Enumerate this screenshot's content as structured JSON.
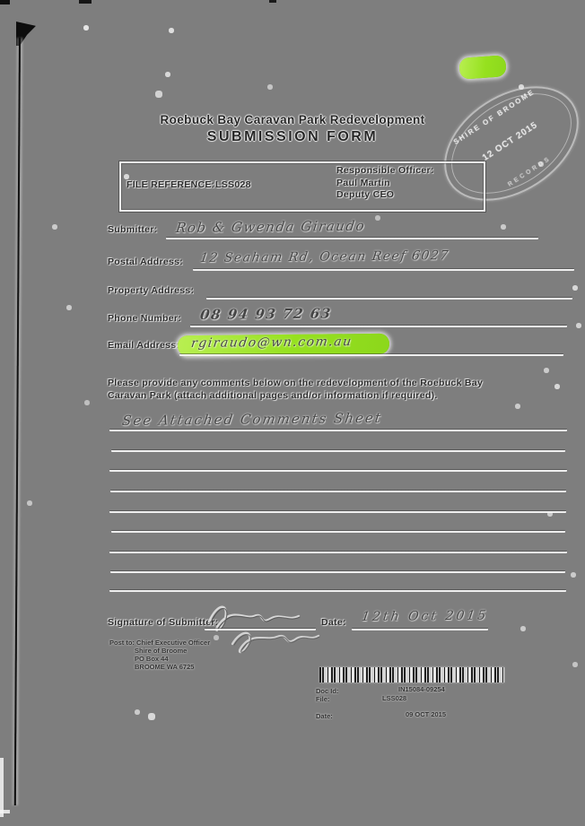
{
  "page": {
    "title_line1": "Roebuck Bay Caravan Park Redevelopment",
    "title_line2": "SUBMISSION FORM"
  },
  "reference_box": {
    "file_reference_label": "FILE REFERENCE:",
    "file_reference_value": "LSS028",
    "responsible_officer_label": "Responsible Officer:",
    "officer_name": "Paul Martin",
    "officer_title": "Deputy CEO"
  },
  "stamp": {
    "org": "SHIRE OF BROOME",
    "date": "12 OCT 2015",
    "footer": "RECORDS"
  },
  "fields": [
    {
      "label": "Submitter:",
      "value": "Rob & Gwenda Giraudo",
      "highlight": false
    },
    {
      "label": "Postal Address:",
      "value": "12 Seaham Rd, Ocean Reef 6027",
      "highlight": false
    },
    {
      "label": "Property Address:",
      "value": "",
      "highlight": false
    },
    {
      "label": "Phone Number:",
      "value": "08 94 93 72 63",
      "highlight": false
    },
    {
      "label": "Email Address:",
      "value": "rgiraudo@wn.com.au",
      "highlight": true
    }
  ],
  "instructions": "Please provide any comments below on the redevelopment of the Roebuck Bay Caravan Park (attach additional pages and/or information if required).",
  "comments": {
    "line1": "See Attached Comments Sheet"
  },
  "signature": {
    "label": "Signature of Submitter:",
    "date_label": "Date:",
    "date_value": "12th Oct 2015"
  },
  "post_to": [
    "Post to: Chief Executive Officer",
    "Shire of Broome",
    "PO Box 44",
    "BROOME WA 6725"
  ],
  "records": {
    "doc_id_label": "Doc Id:",
    "doc_id_value": "IN15084-09254",
    "file_label": "File:",
    "file_value": "LSS028",
    "date_label": "Date:",
    "date_value": "09 OCT 2015"
  },
  "colors": {
    "highlighter": "#96e11f",
    "paper_gray": "#7e7e7e"
  }
}
